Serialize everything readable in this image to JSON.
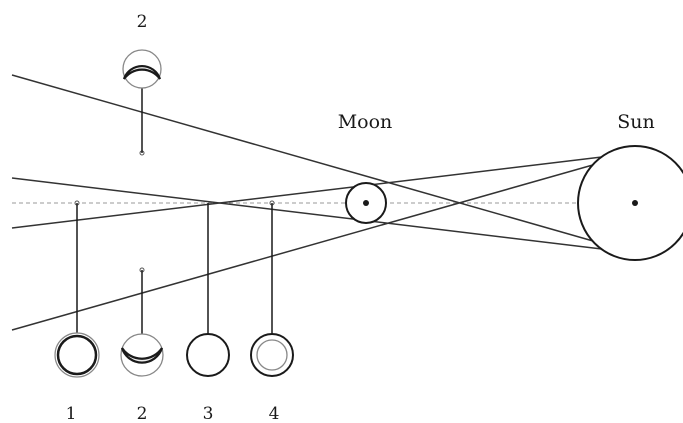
{
  "labels": {
    "moon": "Moon",
    "sun": "Sun",
    "top_view_number": "2",
    "positions": [
      "1",
      "2",
      "3",
      "4"
    ]
  },
  "colors": {
    "ray": "#333333",
    "axis": "#999999",
    "disk_outline": "#1a1a1a",
    "shadow_fill": "#eeeeee",
    "outer_ring": "#888888"
  }
}
